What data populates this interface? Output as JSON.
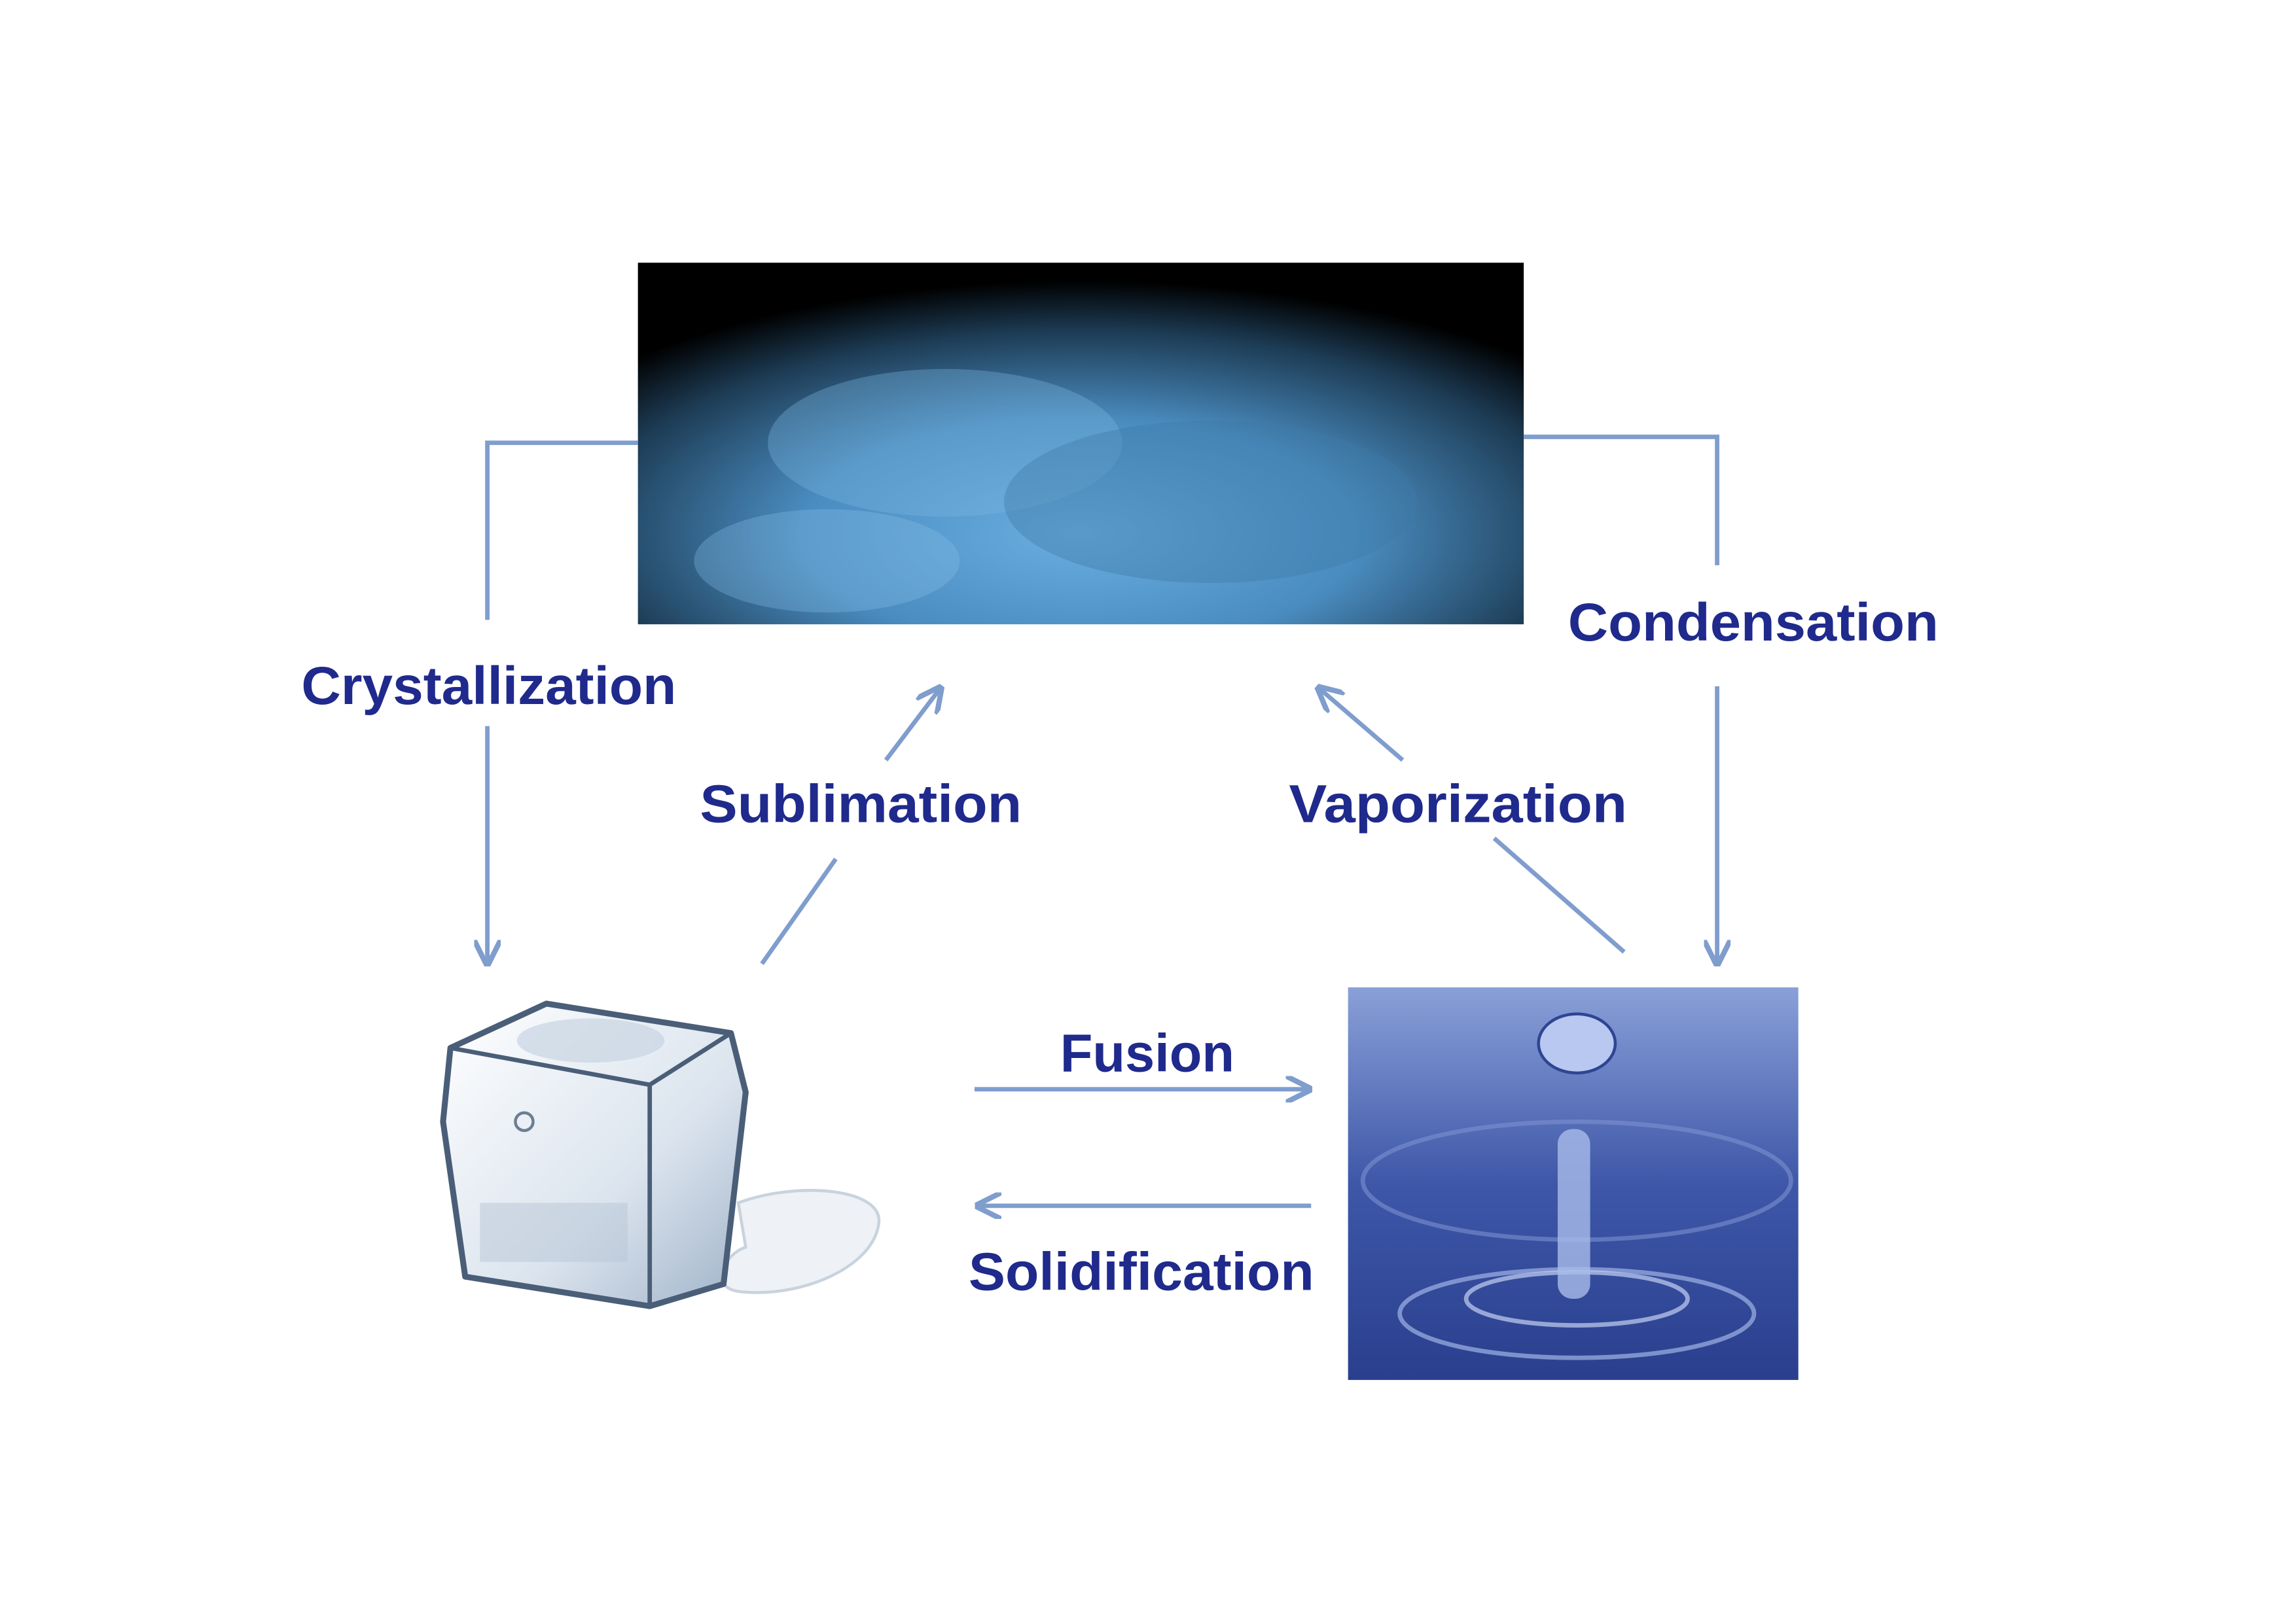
{
  "diagram": {
    "title_hidden": null,
    "states": {
      "gas": "vapor-image",
      "solid": "ice-cube-image",
      "liquid": "water-drop-image"
    },
    "labels": {
      "crystallization": "Crystallization",
      "condensation": "Condensation",
      "sublimation": "Sublimation",
      "vaporization": "Vaporization",
      "fusion": "Fusion",
      "solidification": "Solidification"
    },
    "colors": {
      "label": "#1f2a8c",
      "arrow": "#7f9dcd"
    }
  }
}
